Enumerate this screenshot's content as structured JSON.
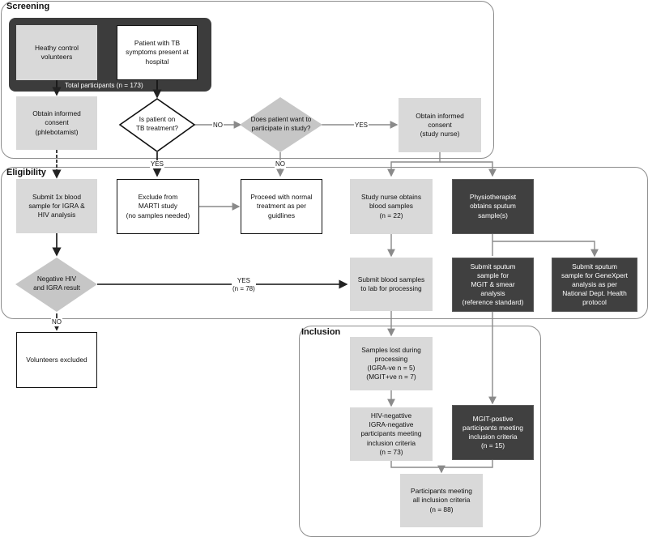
{
  "sections": {
    "screening": "Screening",
    "eligibility": "Eligibility",
    "inclusion": "Inclusion"
  },
  "boxes": {
    "healthy_control": "Heathy control\nvolunteers",
    "patient_tb": "Patient with TB\nsymptoms present at\nhospital",
    "total_participants": "Total participants (n = 173)",
    "consent_phlebotomist": "Obtain informed\nconsent\n(phlebotamist)",
    "consent_nurse": "Obtain informed\nconsent\n(study nurse)",
    "submit_blood_igra": "Submit 1x blood\nsample for IGRA &\nHIV analysis",
    "exclude_marti": "Exclude from\nMARTI study\n(no samples needed)",
    "proceed_normal": "Proceed with normal\ntreatment as per\nguidlines",
    "nurse_blood": "Study nurse obtains\nblood samples\n(n = 22)",
    "physio_sputum": "Physiotherapist\nobtains sputum\nsample(s)",
    "submit_blood_lab": "Submit blood samples\nto lab for processing",
    "submit_sputum_mgit": "Submit sputum\nsample for\nMGIT & smear\nanalysis\n(reference standard)",
    "submit_sputum_genexpert": "Submit sputum\nsample for GeneXpert\nanalysis as per\nNational Dept. Health\nprotocol",
    "volunteers_excluded": "Volunteers excluded",
    "samples_lost": "Samples lost during\nprocessing\n(IGRA-ve n = 5)\n(MGIT+ve n = 7)",
    "hiv_neg_igra_neg": "HIV-negattive\nIGRA-negative\nparticipants meeting\ninclusion criteria\n(n = 73)",
    "mgit_positive": "MGIT-postive\nparticipants meeting\ninclusion criteria\n(n = 15)",
    "all_inclusion": "Participants meeting\nall inclusion criteria\n(n = 88)"
  },
  "decisions": {
    "on_tb_treatment": "Is patient on\nTB treatment?",
    "want_participate": "Does patient want to\nparticipate in study?",
    "negative_hiv_igra": "Negative HIV\nand IGRA result"
  },
  "edge_labels": {
    "no_1": "NO",
    "yes_1": "YES",
    "yes_2": "YES",
    "no_2": "NO",
    "yes_3": "YES\n(n = 78)",
    "no_3": "NO"
  }
}
